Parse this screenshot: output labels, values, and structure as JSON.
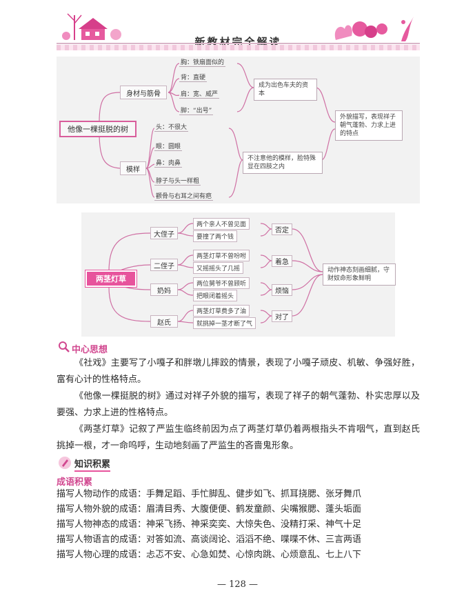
{
  "header": {
    "title": "新教材完全解读"
  },
  "mindmap1": {
    "center": "他像一棵挺脱的树",
    "branch_a": "身材与筋骨",
    "branch_b": "模样",
    "a_leaves": [
      "胸：铁扇面似的",
      "背：直硬",
      "肩：宽、威严",
      "脚：“出号”"
    ],
    "a_note": "成为出色车夫的资本",
    "b_leaves": [
      "头：不很大",
      "眼：圆眼",
      "鼻：肉鼻",
      "脖子与头一样粗",
      "颧骨与右耳之间有疤"
    ],
    "b_note": "不注意他的模样，脸特殊显在四肢之内",
    "summary": "外貌描写，表现祥子朝气蓬勃、力求上进的特点"
  },
  "mindmap2": {
    "center": "两茎灯草",
    "branches": [
      "大侄子",
      "二侄子",
      "奶妈",
      "赵氏"
    ],
    "leaves": [
      [
        "两个亲人不曾见面",
        "要撞了两个钱"
      ],
      [
        "两茎灯草不曾吩咐",
        "又摇摇头了几摇"
      ],
      [
        "两位舅爷不曾顾听",
        "把眼闭着摇头"
      ],
      [
        "两茎灯草费多了油",
        "就挑掉一茎才断了气"
      ]
    ],
    "verdicts": [
      "否定",
      "着急",
      "烦恼",
      "对了"
    ],
    "summary": "动作神态刻画细腻，守财奴命形象鲜明"
  },
  "central_idea": {
    "title": "中心思想",
    "paragraphs": [
      "《社戏》主要写了小嘎子和胖墩儿摔跤的情景，表现了小嘎子顽皮、机敏、争强好胜，富有心计的性格特点。",
      "《他像一棵挺脱的树》通过对祥子外貌的描写，表现了祥子的朝气蓬勃、朴实忠厚以及要强、力求上进的性格特点。",
      "《两茎灯草》记叙了严监生临终前因为点了两茎灯草仍着两根指头不肯咽气，直到赵氏挑掉一根，才一命呜呼，生动地刻画了严监生的吝啬鬼形象。"
    ]
  },
  "knowledge": {
    "banner": "知识积累",
    "subtitle": "成语积累",
    "lines": [
      "描写人物动作的成语：手舞足蹈、手忙脚乱、健步如飞、抓耳挠腮、张牙舞爪",
      "描写人物外貌的成语：眉清目秀、大腹便便、鹤发童颜、尖嘴猴腮、蓬头垢面",
      "描写人物神态的成语：神采飞扬、神采奕奕、大惊失色、没精打采、神气十足",
      "描写人物语言的成语：对答如流、高谈阔论、滔滔不绝、喋喋不休、三言两语",
      "描写人物心理的成语：忐忑不安、心急如焚、心惊肉跳、心烦意乱、七上八下"
    ]
  },
  "page_number": "— 128 —",
  "colors": {
    "accent": "#e7539c",
    "title_pink": "#d1478f",
    "panel": "#f2f2f2"
  }
}
